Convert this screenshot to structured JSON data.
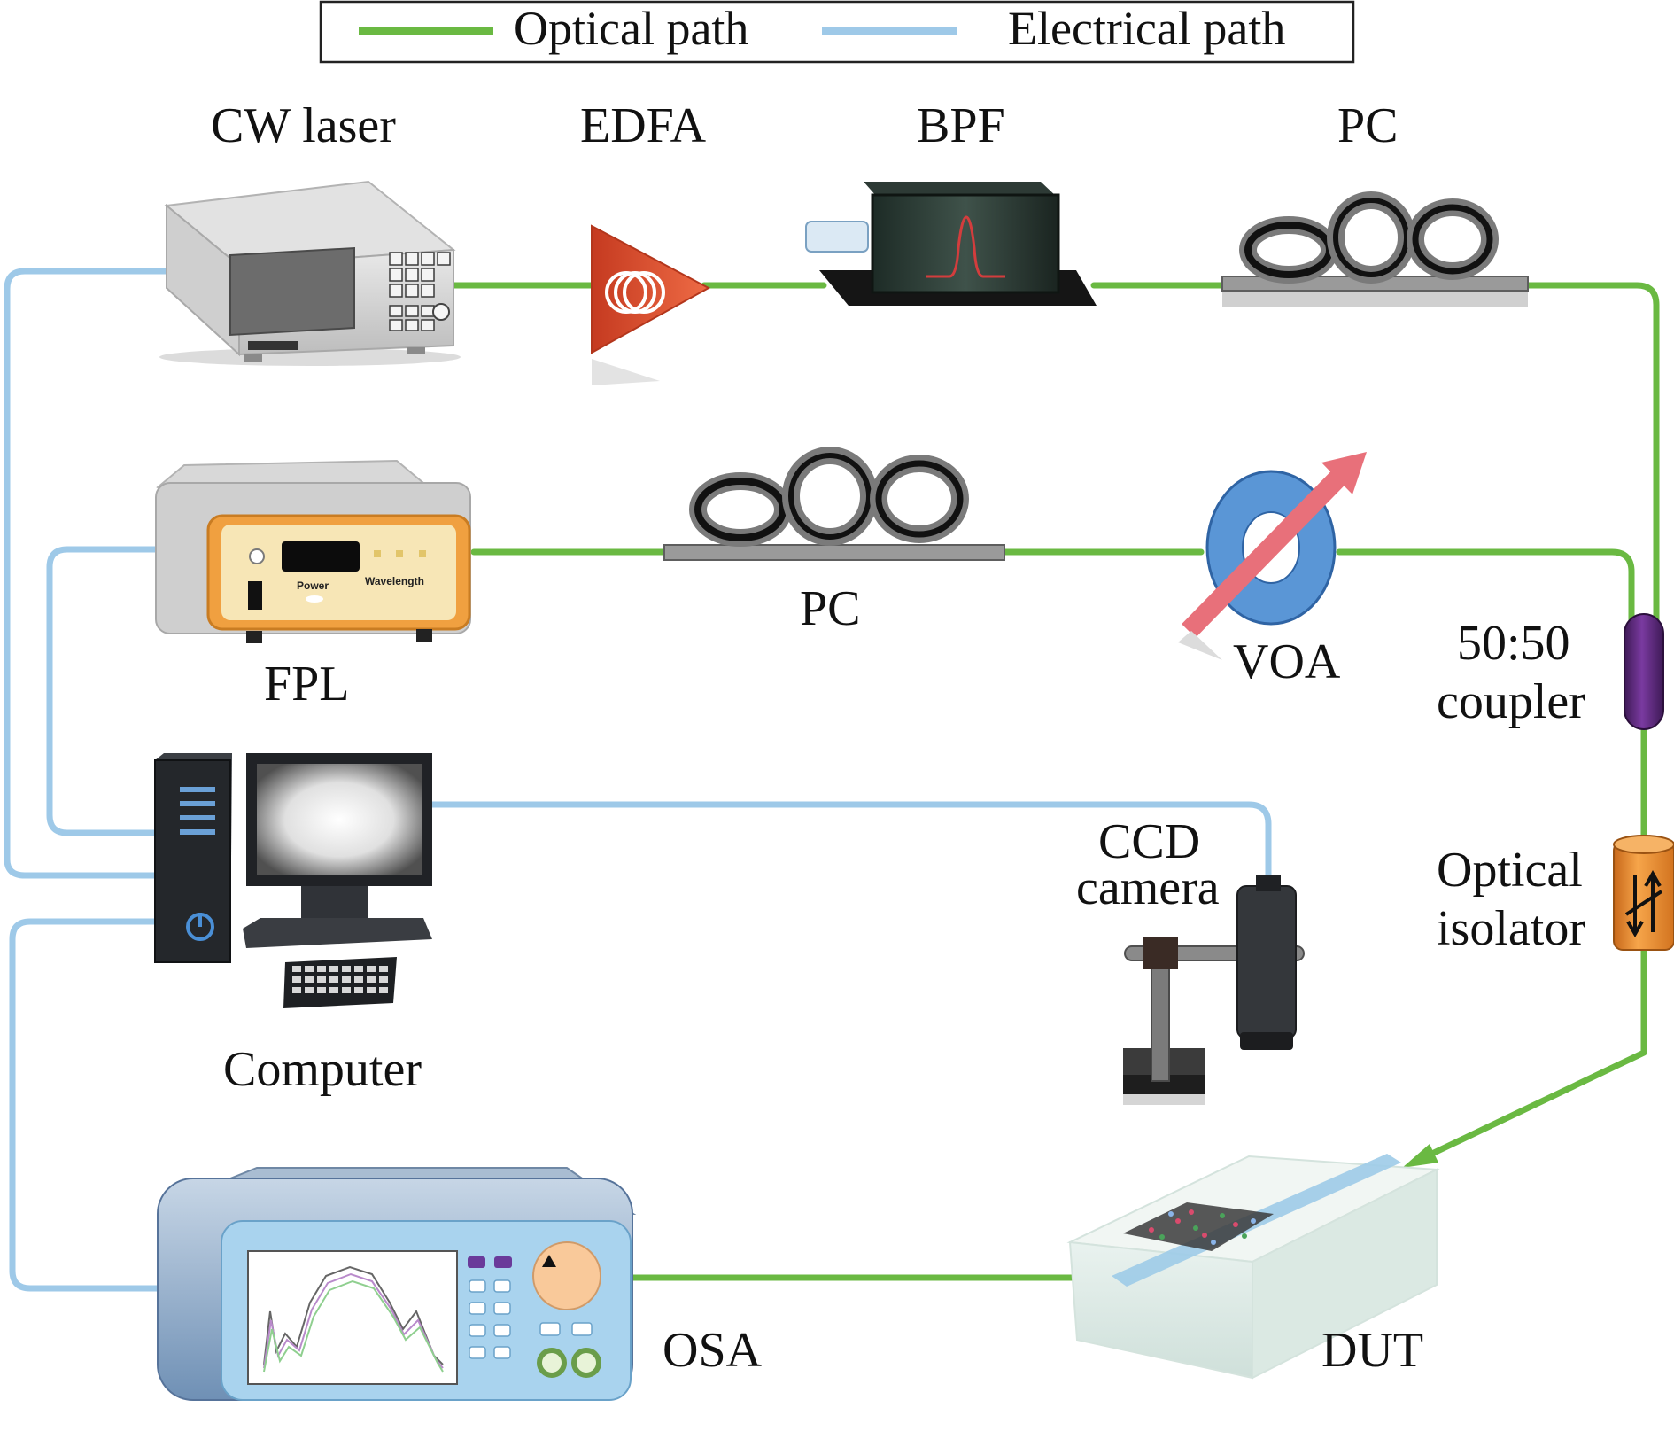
{
  "legend": {
    "optical_label": "Optical path",
    "electrical_label": "Electrical path"
  },
  "colors": {
    "optical": "#6ab942",
    "electrical": "#9ec9e8",
    "fpl_frame": "#f0a040",
    "coupler": "#6a2f8c",
    "isolator": "#f09a3a",
    "edfa": "#e4583a",
    "voa_ring": "#4a84c8",
    "voa_arrow": "#e8707a"
  },
  "components": {
    "cw_laser": "CW laser",
    "edfa": "EDFA",
    "bpf": "BPF",
    "pc_top": "PC",
    "fpl": "FPL",
    "pc_middle": "PC",
    "voa": "VOA",
    "coupler_line1": "50:50",
    "coupler_line2": "coupler",
    "ccd_line1": "CCD",
    "ccd_line2": "camera",
    "isolator_line1": "Optical",
    "isolator_line2": "isolator",
    "computer": "Computer",
    "osa": "OSA",
    "dut": "DUT"
  },
  "panel_text": {
    "fpl_power": "Power",
    "fpl_wavelength": "Wavelength"
  },
  "icons": [
    "laser-source-icon",
    "amplifier-icon",
    "filter-icon",
    "polarization-controller-icon",
    "attenuator-icon",
    "coupler-icon",
    "isolator-icon",
    "camera-icon",
    "computer-icon",
    "spectrum-analyzer-icon",
    "device-under-test-icon"
  ]
}
